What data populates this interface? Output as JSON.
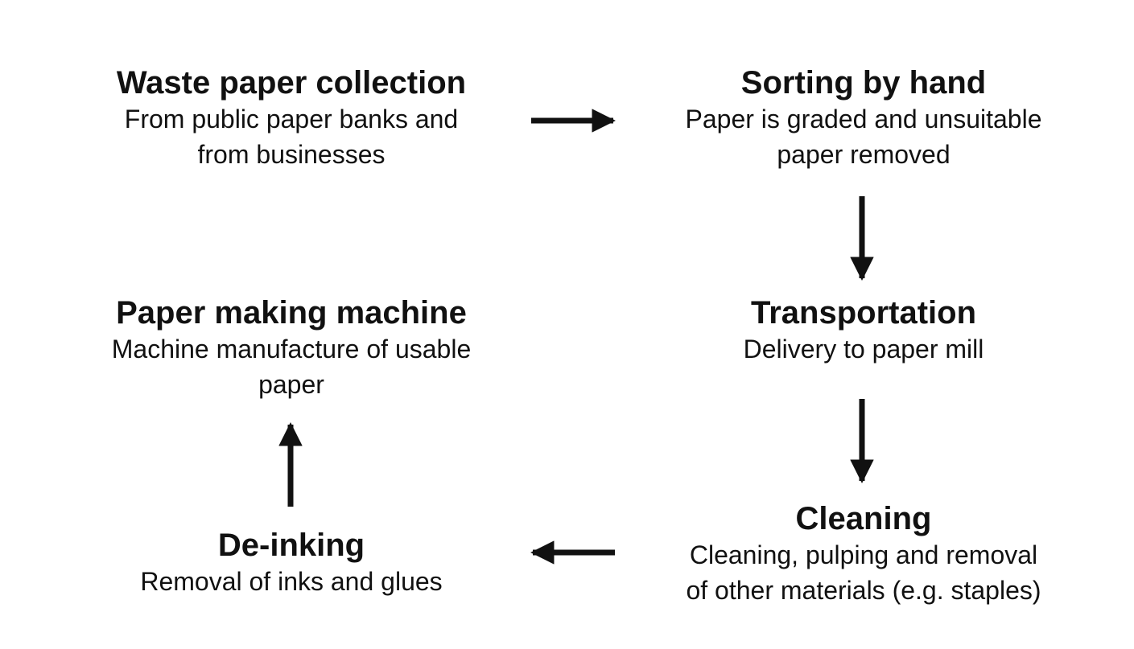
{
  "steps": [
    {
      "title": "Waste paper collection",
      "description": "From public paper banks and\nfrom businesses"
    },
    {
      "title": "Sorting by hand",
      "description": "Paper is graded and unsuitable\npaper removed"
    },
    {
      "title": "Transportation",
      "description": "Delivery to paper mill"
    },
    {
      "title": "Cleaning",
      "description": "Cleaning, pulping and removal\nof other materials (e.g. staples)"
    },
    {
      "title": "De-inking",
      "description": "Removal of inks and glues"
    },
    {
      "title": "Paper making machine",
      "description": "Machine manufacture of usable\npaper"
    }
  ],
  "colors": {
    "background": "#ffffff",
    "ink": "#111111"
  }
}
